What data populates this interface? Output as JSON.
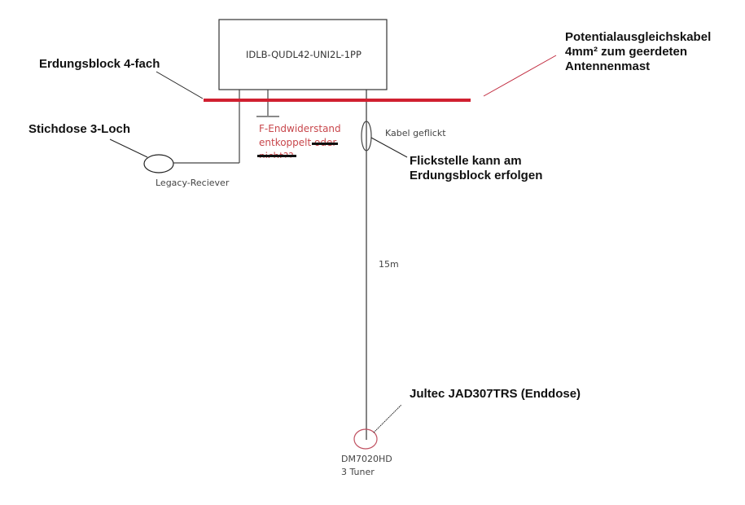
{
  "diagram": {
    "device_box": {
      "label": "IDLB-QUDL42-UNI2L-1PP"
    },
    "ground_block": {
      "label": "Erdungsblock 4-fach"
    },
    "equipotential_cable": {
      "label_lines": [
        "Potentialausgleichskabel",
        "4mm² zum geerdeten",
        "Antennenmast"
      ]
    },
    "branch_socket": {
      "label": "Stichdose 3-Loch",
      "device_label": "Legacy-Reciever"
    },
    "terminator_note": {
      "lines": [
        "F-Endwiderstand",
        "entkoppelt",
        "oder",
        "nicht??"
      ],
      "color": "#c8474c"
    },
    "cable_patch": {
      "label": "Kabel geflickt",
      "note_lines": [
        "Flickstelle kann am",
        "Erdungsblock erfolgen"
      ]
    },
    "cable_length": {
      "label": "15m"
    },
    "end_socket": {
      "label": "Jultec JAD307TRS (Enddose)",
      "device_lines": [
        "DM7020HD",
        "3 Tuner"
      ]
    },
    "colors": {
      "ground_bar": "#d02030",
      "leader_red": "#c0283c",
      "lines": "#333333",
      "end_socket_ring": "#c05060"
    }
  }
}
